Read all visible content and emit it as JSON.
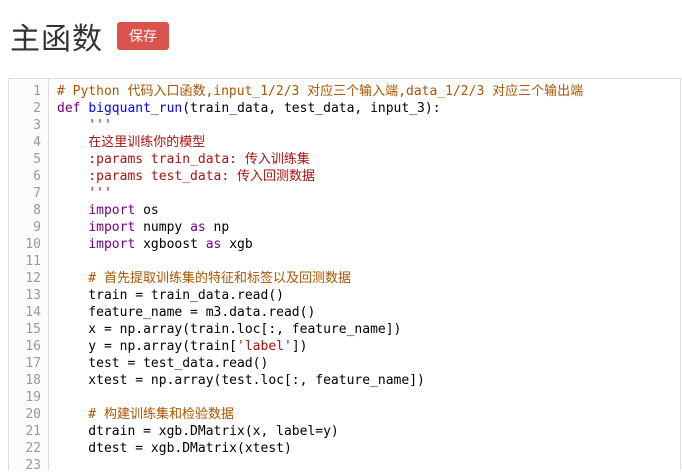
{
  "header": {
    "title": "主函数",
    "save_label": "保存",
    "save_button_bg": "#d9534f",
    "save_button_text_color": "#ffffff"
  },
  "editor": {
    "colors": {
      "comment": "#aa5500",
      "keyword": "#770088",
      "def": "#0000ff",
      "string": "#aa1111",
      "plain": "#000000",
      "line_number": "#999999"
    },
    "lines": [
      {
        "tokens": [
          {
            "t": "comment",
            "s": "# Python 代码入口函数,input_1/2/3 对应三个输入端,data_1/2/3 对应三个输出端"
          }
        ]
      },
      {
        "tokens": [
          {
            "t": "keyword",
            "s": "def"
          },
          {
            "t": "plain",
            "s": " "
          },
          {
            "t": "def",
            "s": "bigquant_run"
          },
          {
            "t": "plain",
            "s": "(train_data, test_data, input_3):"
          }
        ]
      },
      {
        "tokens": [
          {
            "t": "string",
            "s": "    '''"
          }
        ]
      },
      {
        "tokens": [
          {
            "t": "string",
            "s": "    在这里训练你的模型"
          }
        ]
      },
      {
        "tokens": [
          {
            "t": "string",
            "s": "    :params train_data: 传入训练集"
          }
        ]
      },
      {
        "tokens": [
          {
            "t": "string",
            "s": "    :params test_data: 传入回测数据"
          }
        ]
      },
      {
        "tokens": [
          {
            "t": "string",
            "s": "    '''"
          }
        ]
      },
      {
        "tokens": [
          {
            "t": "plain",
            "s": "    "
          },
          {
            "t": "keyword",
            "s": "import"
          },
          {
            "t": "plain",
            "s": " os"
          }
        ]
      },
      {
        "tokens": [
          {
            "t": "plain",
            "s": "    "
          },
          {
            "t": "keyword",
            "s": "import"
          },
          {
            "t": "plain",
            "s": " numpy "
          },
          {
            "t": "keyword",
            "s": "as"
          },
          {
            "t": "plain",
            "s": " np"
          }
        ]
      },
      {
        "tokens": [
          {
            "t": "plain",
            "s": "    "
          },
          {
            "t": "keyword",
            "s": "import"
          },
          {
            "t": "plain",
            "s": " xgboost "
          },
          {
            "t": "keyword",
            "s": "as"
          },
          {
            "t": "plain",
            "s": " xgb"
          }
        ]
      },
      {
        "tokens": []
      },
      {
        "tokens": [
          {
            "t": "comment",
            "s": "    # 首先提取训练集的特征和标签以及回测数据"
          }
        ]
      },
      {
        "tokens": [
          {
            "t": "plain",
            "s": "    train = train_data.read()"
          }
        ]
      },
      {
        "tokens": [
          {
            "t": "plain",
            "s": "    feature_name = m3.data.read()"
          }
        ]
      },
      {
        "tokens": [
          {
            "t": "plain",
            "s": "    x = np.array(train.loc[:, feature_name])"
          }
        ]
      },
      {
        "tokens": [
          {
            "t": "plain",
            "s": "    y = np.array(train["
          },
          {
            "t": "string",
            "s": "'label'"
          },
          {
            "t": "plain",
            "s": "])"
          }
        ]
      },
      {
        "tokens": [
          {
            "t": "plain",
            "s": "    test = test_data.read()"
          }
        ]
      },
      {
        "tokens": [
          {
            "t": "plain",
            "s": "    xtest = np.array(test.loc[:, feature_name])"
          }
        ]
      },
      {
        "tokens": []
      },
      {
        "tokens": [
          {
            "t": "comment",
            "s": "    # 构建训练集和检验数据"
          }
        ]
      },
      {
        "tokens": [
          {
            "t": "plain",
            "s": "    dtrain = xgb.DMatrix(x, label=y)"
          }
        ]
      },
      {
        "tokens": [
          {
            "t": "plain",
            "s": "    dtest = xgb.DMatrix(xtest)"
          }
        ]
      },
      {
        "tokens": []
      }
    ]
  }
}
